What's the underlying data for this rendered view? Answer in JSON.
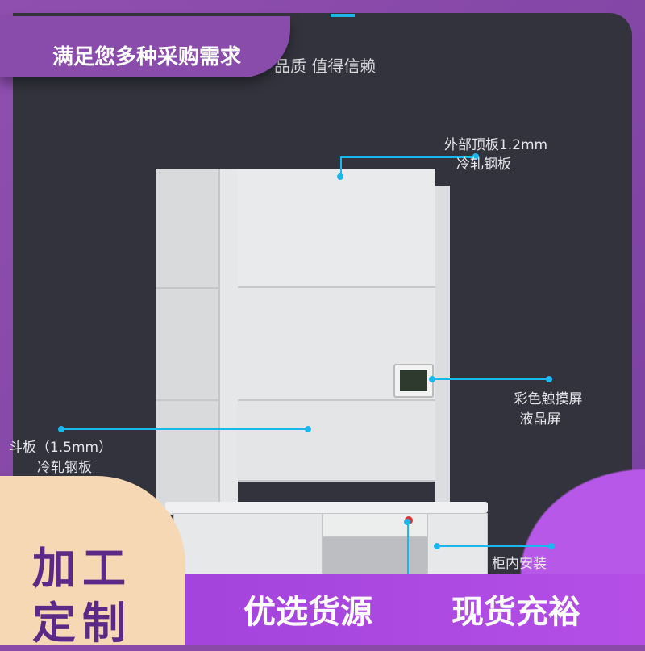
{
  "header": {
    "tag": "满足您多种采购需求",
    "subtitle": "品质 值得信赖"
  },
  "callouts": {
    "top_panel": [
      "外部顶板1.2mm",
      "冷轧钢板"
    ],
    "touch_screen": [
      "彩色触摸屏",
      "液晶屏"
    ],
    "drawer_panel": [
      "斗板（1.5mm）",
      "冷轧钢板"
    ],
    "inner": "柜内安装"
  },
  "banner": {
    "left": [
      "加工",
      "定制"
    ],
    "middle": "优选货源",
    "right": "现货充裕"
  },
  "colors": {
    "accent": "#19b8ef",
    "purple": "#8a4cab",
    "banner": "#a846e0",
    "corner": "#f6d8b4"
  }
}
